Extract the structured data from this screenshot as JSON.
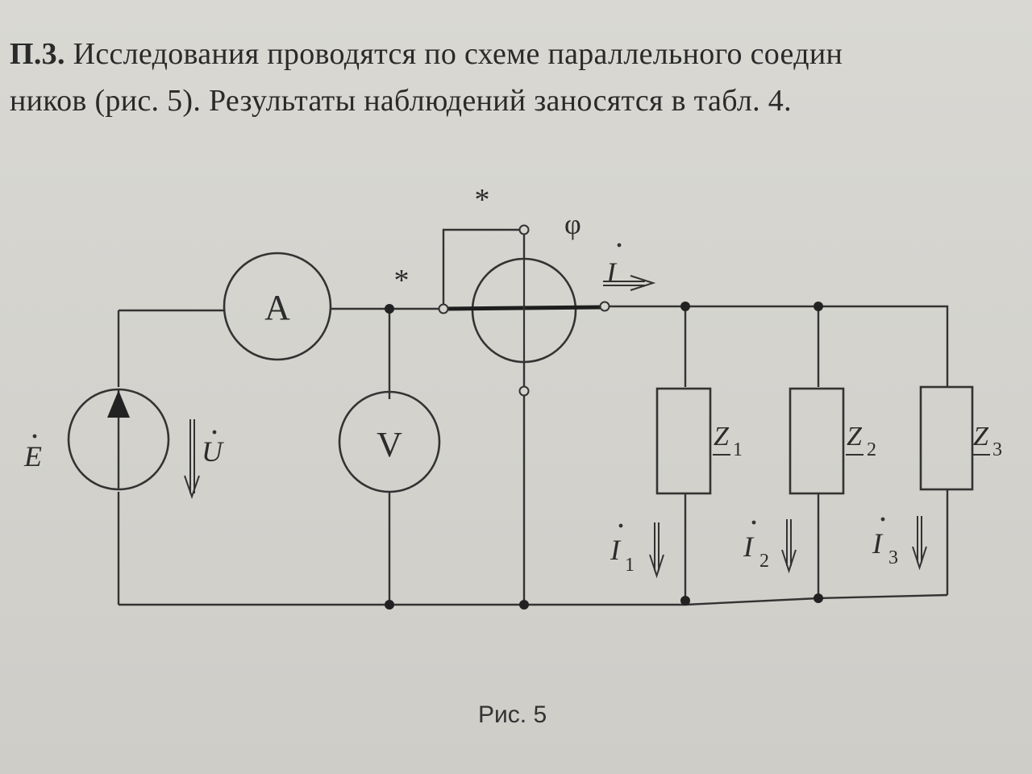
{
  "paragraph": {
    "number": "П.3.",
    "line1": "Исследования проводятся по схеме параллельного соедин",
    "line2": "ников (рис. 5). Результаты наблюдений заносятся в табл. 4."
  },
  "circuit": {
    "ammeter_label": "A",
    "voltmeter_label": "V",
    "phase_meter_label": "φ",
    "asterisk": "*",
    "source_label": "E",
    "voltage_label": "U",
    "current_label": "I",
    "impedances": [
      {
        "label": "Z",
        "sub": "1"
      },
      {
        "label": "Z",
        "sub": "2"
      },
      {
        "label": "Z",
        "sub": "3"
      }
    ],
    "branch_currents": [
      {
        "label": "I",
        "sub": "1"
      },
      {
        "label": "I",
        "sub": "2"
      },
      {
        "label": "I",
        "sub": "3"
      }
    ]
  },
  "caption": "Рис. 5"
}
